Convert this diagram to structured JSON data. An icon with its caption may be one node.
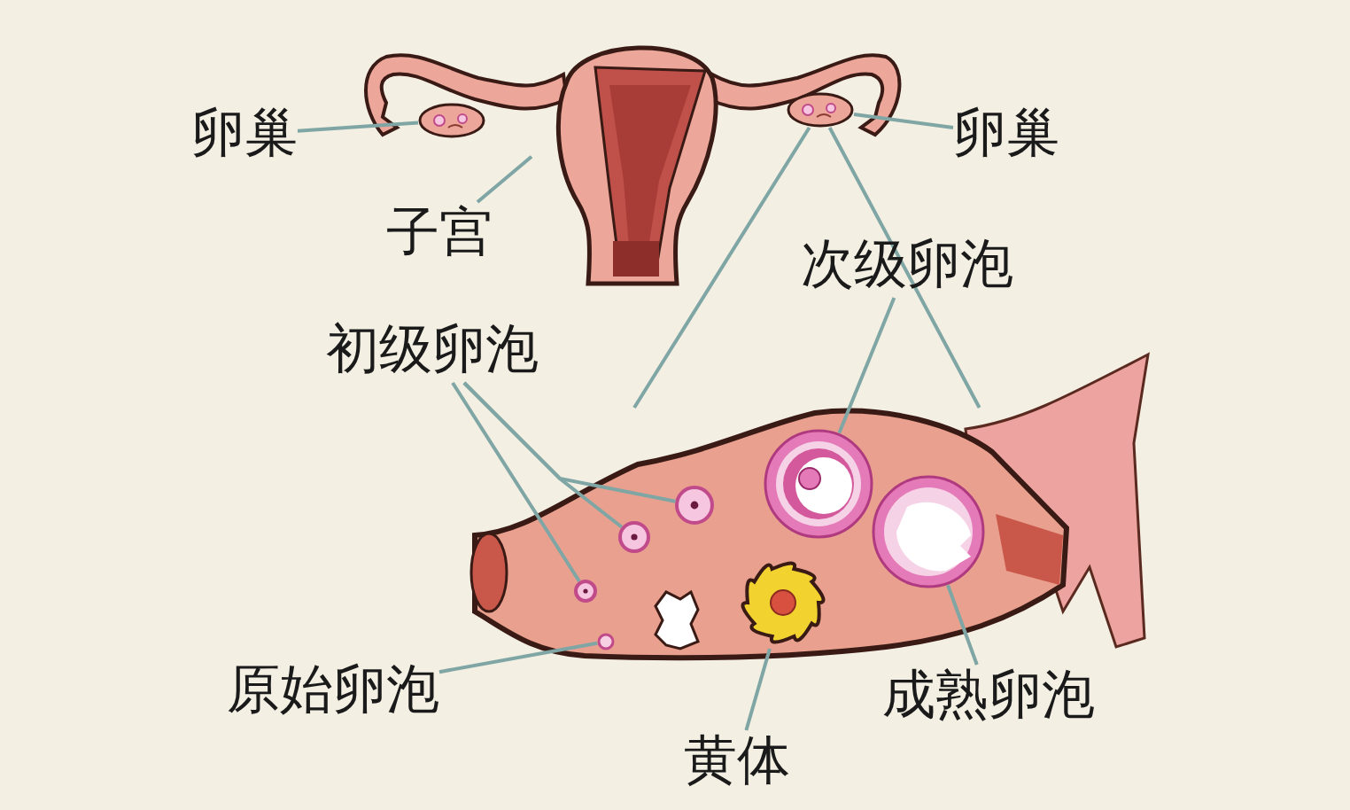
{
  "diagram": {
    "nodes": [
      {
        "text": [],
        "shape": "picture"
      },
      {
        "text": [],
        "shape": "picture"
      },
      {
        "text": [],
        "shape": "picture"
      },
      {
        "text": [
          "卵巢"
        ]
      },
      {
        "text": [
          "子宫"
        ]
      },
      {
        "text": [
          "卵巢"
        ]
      },
      {
        "text": [
          "次级卵泡"
        ]
      },
      {
        "text": [
          "初级卵泡"
        ]
      },
      {
        "text": [],
        "shape": "picture"
      },
      {
        "text": [],
        "shape": "circle",
        "in": 8
      },
      {
        "text": [],
        "shape": "circle",
        "in": 8
      },
      {
        "text": [],
        "shape": "circle",
        "in": 8
      },
      {
        "text": [],
        "shape": "circle",
        "in": 8
      },
      {
        "text": [],
        "shape": "circle",
        "in": 8
      },
      {
        "text": [],
        "shape": "circle",
        "in": 8
      },
      {
        "text": [],
        "shape": "picture",
        "in": 8
      },
      {
        "text": [
          "原始卵泡"
        ]
      },
      {
        "text": [
          "黄体"
        ]
      },
      {
        "text": [
          "成熟卵泡"
        ]
      }
    ],
    "edges": [
      {
        "from": 3,
        "to": 1,
        "arrow": "none"
      },
      {
        "from": 4,
        "to": 0,
        "arrow": "none"
      },
      {
        "from": 5,
        "to": 2,
        "arrow": "none"
      },
      {
        "from": 2,
        "to": 8,
        "arrow": "none"
      },
      {
        "from": 2,
        "to": 8,
        "arrow": "none"
      },
      {
        "from": 6,
        "to": 12,
        "arrow": "none"
      },
      {
        "from": 7,
        "to": 9,
        "arrow": "none"
      },
      {
        "from": 7,
        "to": 10,
        "arrow": "none"
      },
      {
        "from": 7,
        "to": 11,
        "arrow": "none"
      },
      {
        "from": 16,
        "to": 14,
        "arrow": "none"
      },
      {
        "from": 17,
        "to": 15,
        "arrow": "none"
      },
      {
        "from": 18,
        "to": 13,
        "arrow": "none"
      }
    ]
  }
}
